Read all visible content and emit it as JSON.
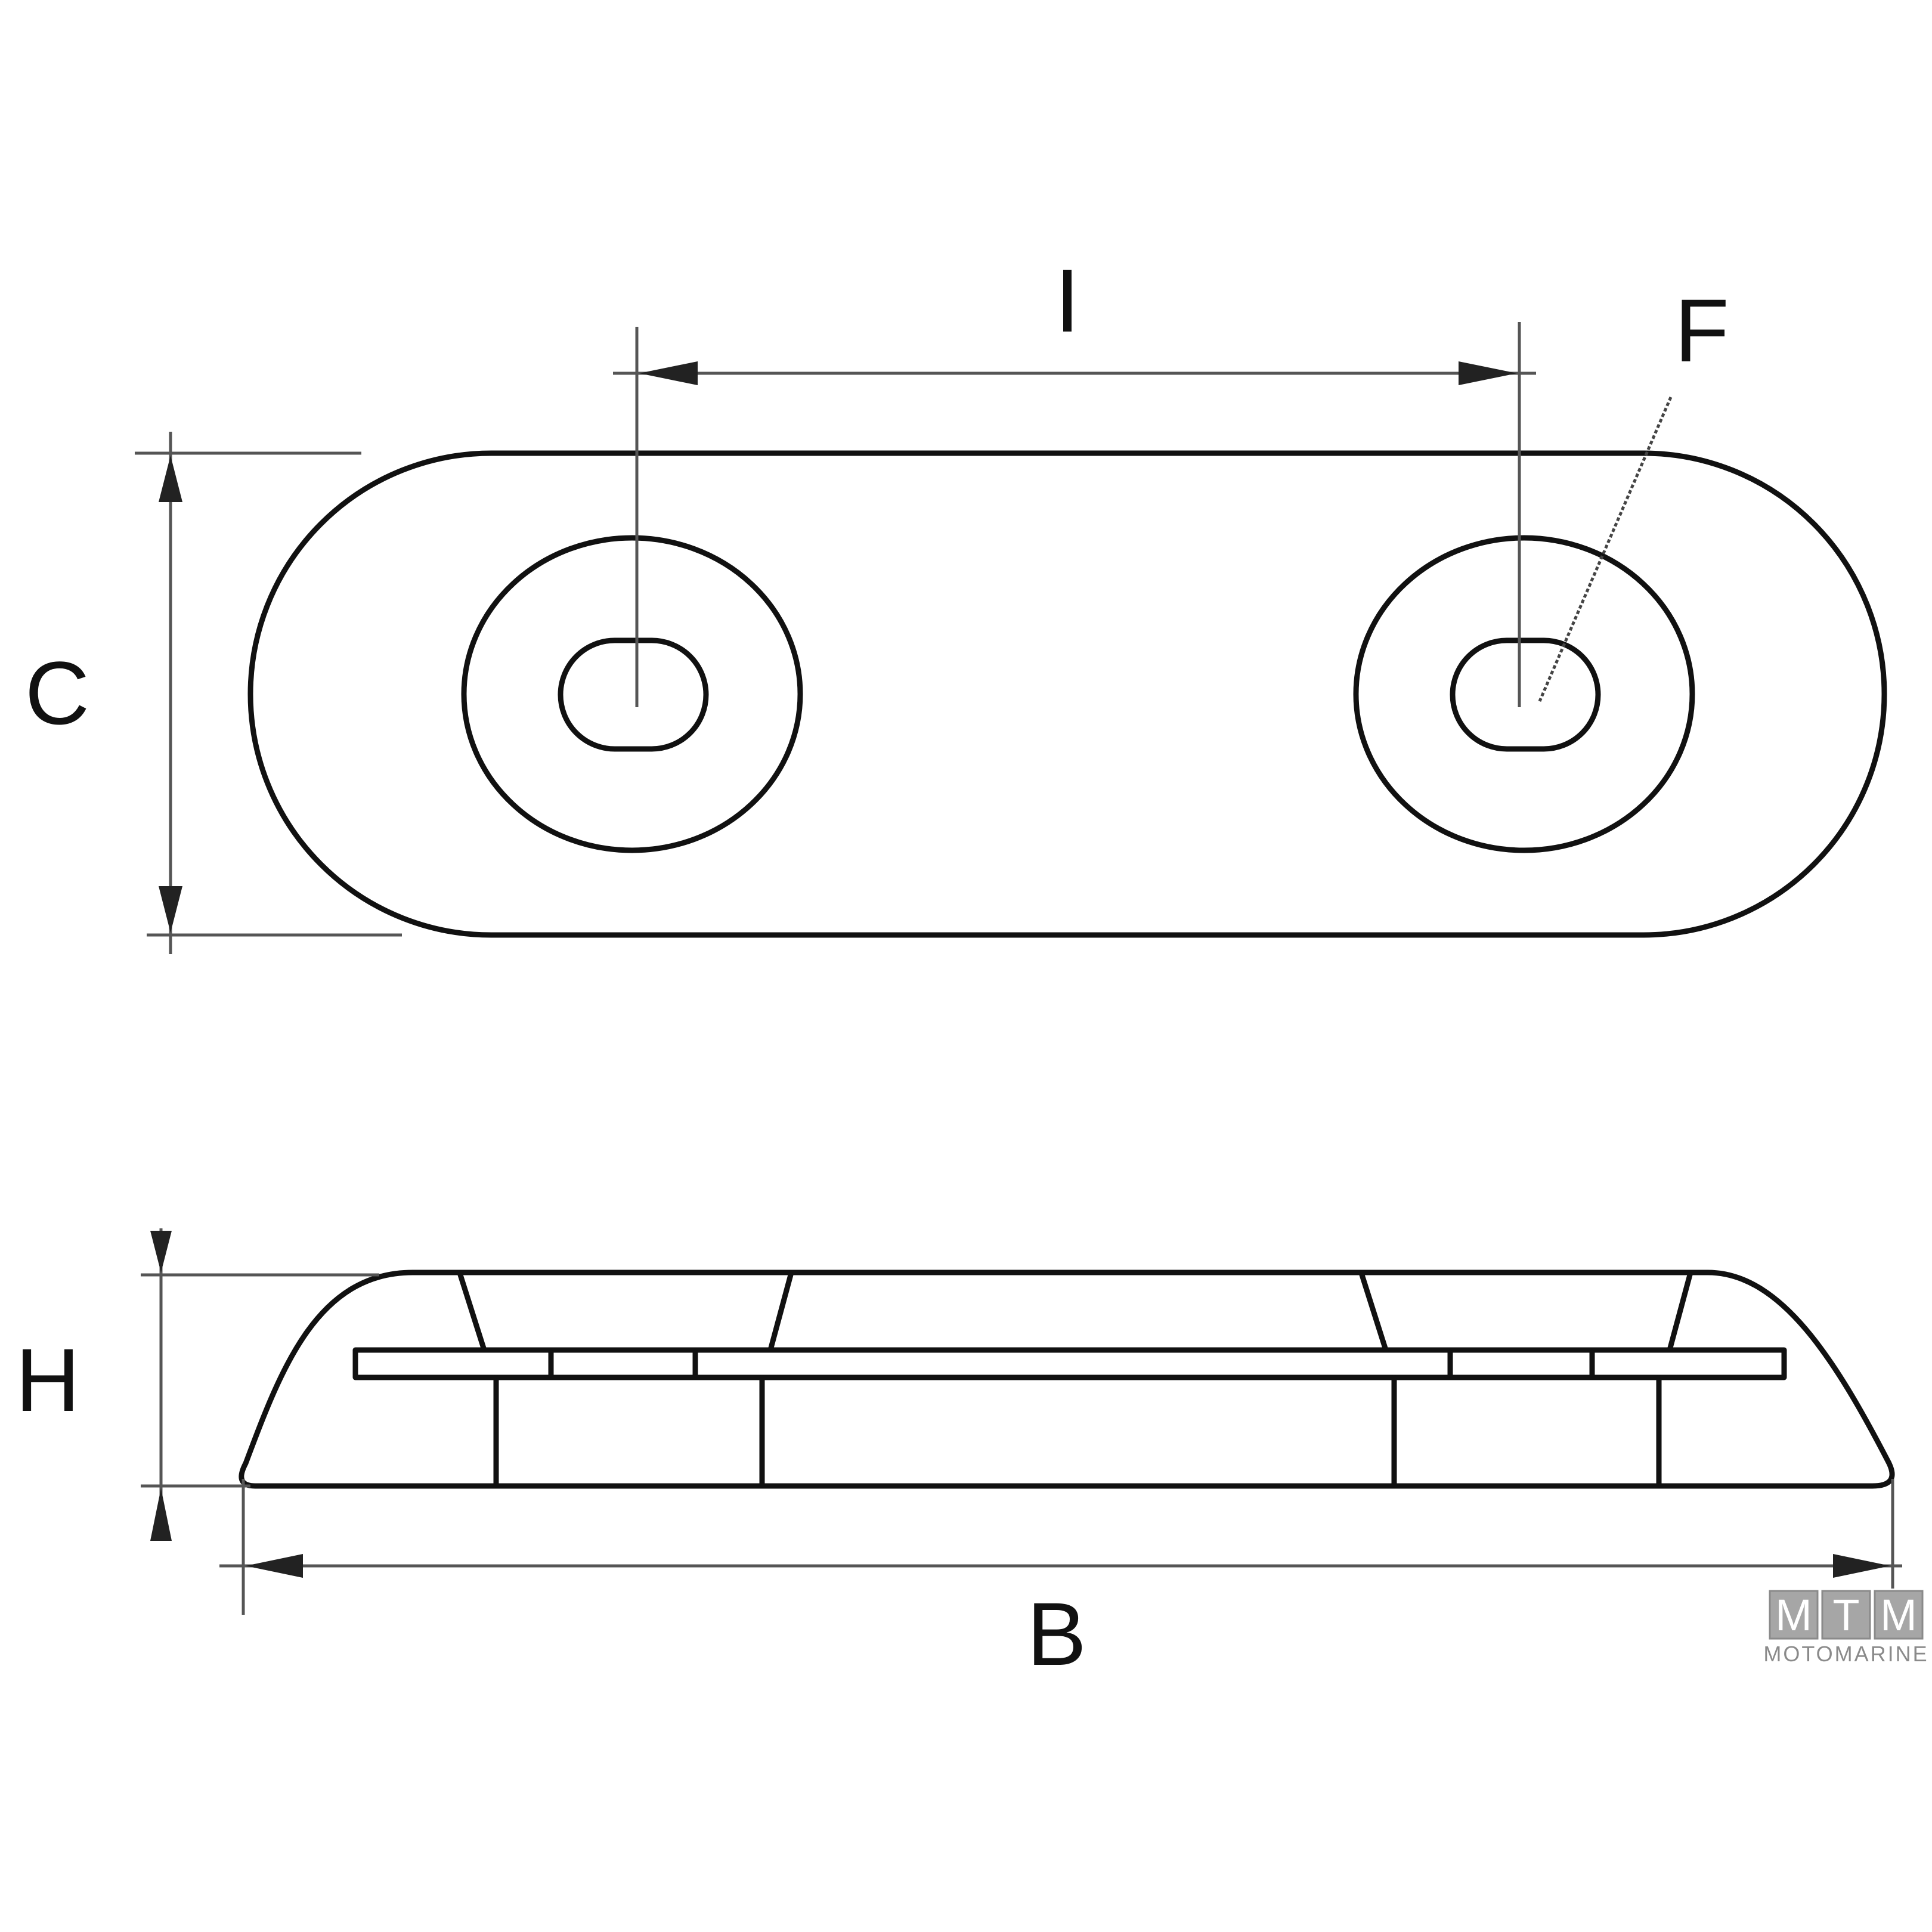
{
  "dimensions": {
    "length_between_holes": "I",
    "hole": "F",
    "width": "C",
    "height": "H",
    "overall_length": "B"
  },
  "logo": {
    "letters": [
      "M",
      "T",
      "M"
    ],
    "name": "MOTOMARINE"
  },
  "colors": {
    "line": "#111111",
    "dimension_line": "#555555",
    "logo_gray": "#a6a6a6"
  }
}
